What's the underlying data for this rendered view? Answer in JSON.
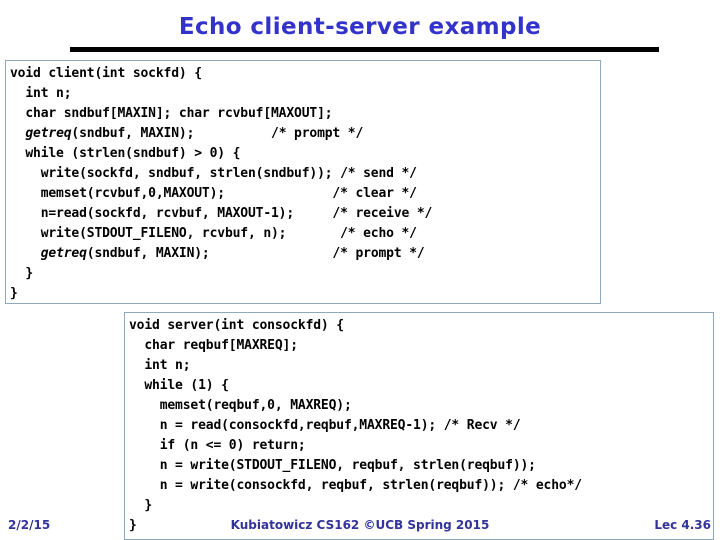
{
  "slide": {
    "title": "Echo client-server example",
    "accent_color": "#3333CC",
    "footer_color": "#333399",
    "rule_color": "#000000",
    "code_border_color": "#8FA8BD"
  },
  "client_code": {
    "name": "void client(int sockfd)",
    "lines": [
      "void client(int sockfd) {",
      "  int n;",
      "  char sndbuf[MAXIN]; char rcvbuf[MAXOUT];",
      "  getreq(sndbuf, MAXIN);          /* prompt */",
      "  while (strlen(sndbuf) > 0) {",
      "    write(sockfd, sndbuf, strlen(sndbuf)); /* send */",
      "    memset(rcvbuf,0,MAXOUT);              /* clear */",
      "    n=read(sockfd, rcvbuf, MAXOUT-1);     /* receive */",
      "    write(STDOUT_FILENO, rcvbuf, n);       /* echo */",
      "    getreq(sndbuf, MAXIN);                /* prompt */",
      "  }",
      "}"
    ],
    "italic_token": "getreq"
  },
  "server_code": {
    "name": "void server(int consockfd)",
    "lines": [
      "void server(int consockfd) {",
      "  char reqbuf[MAXREQ];",
      "  int n;",
      "  while (1) {",
      "    memset(reqbuf,0, MAXREQ);",
      "    n = read(consockfd,reqbuf,MAXREQ-1); /* Recv */",
      "    if (n <= 0) return;",
      "    n = write(STDOUT_FILENO, reqbuf, strlen(reqbuf));",
      "    n = write(consockfd, reqbuf, strlen(reqbuf)); /* echo*/",
      "  }",
      "}"
    ]
  },
  "footer": {
    "date": "2/2/15",
    "center": "Kubiatowicz CS162 ©UCB Spring 2015",
    "lecture": "Lec 4.36"
  }
}
